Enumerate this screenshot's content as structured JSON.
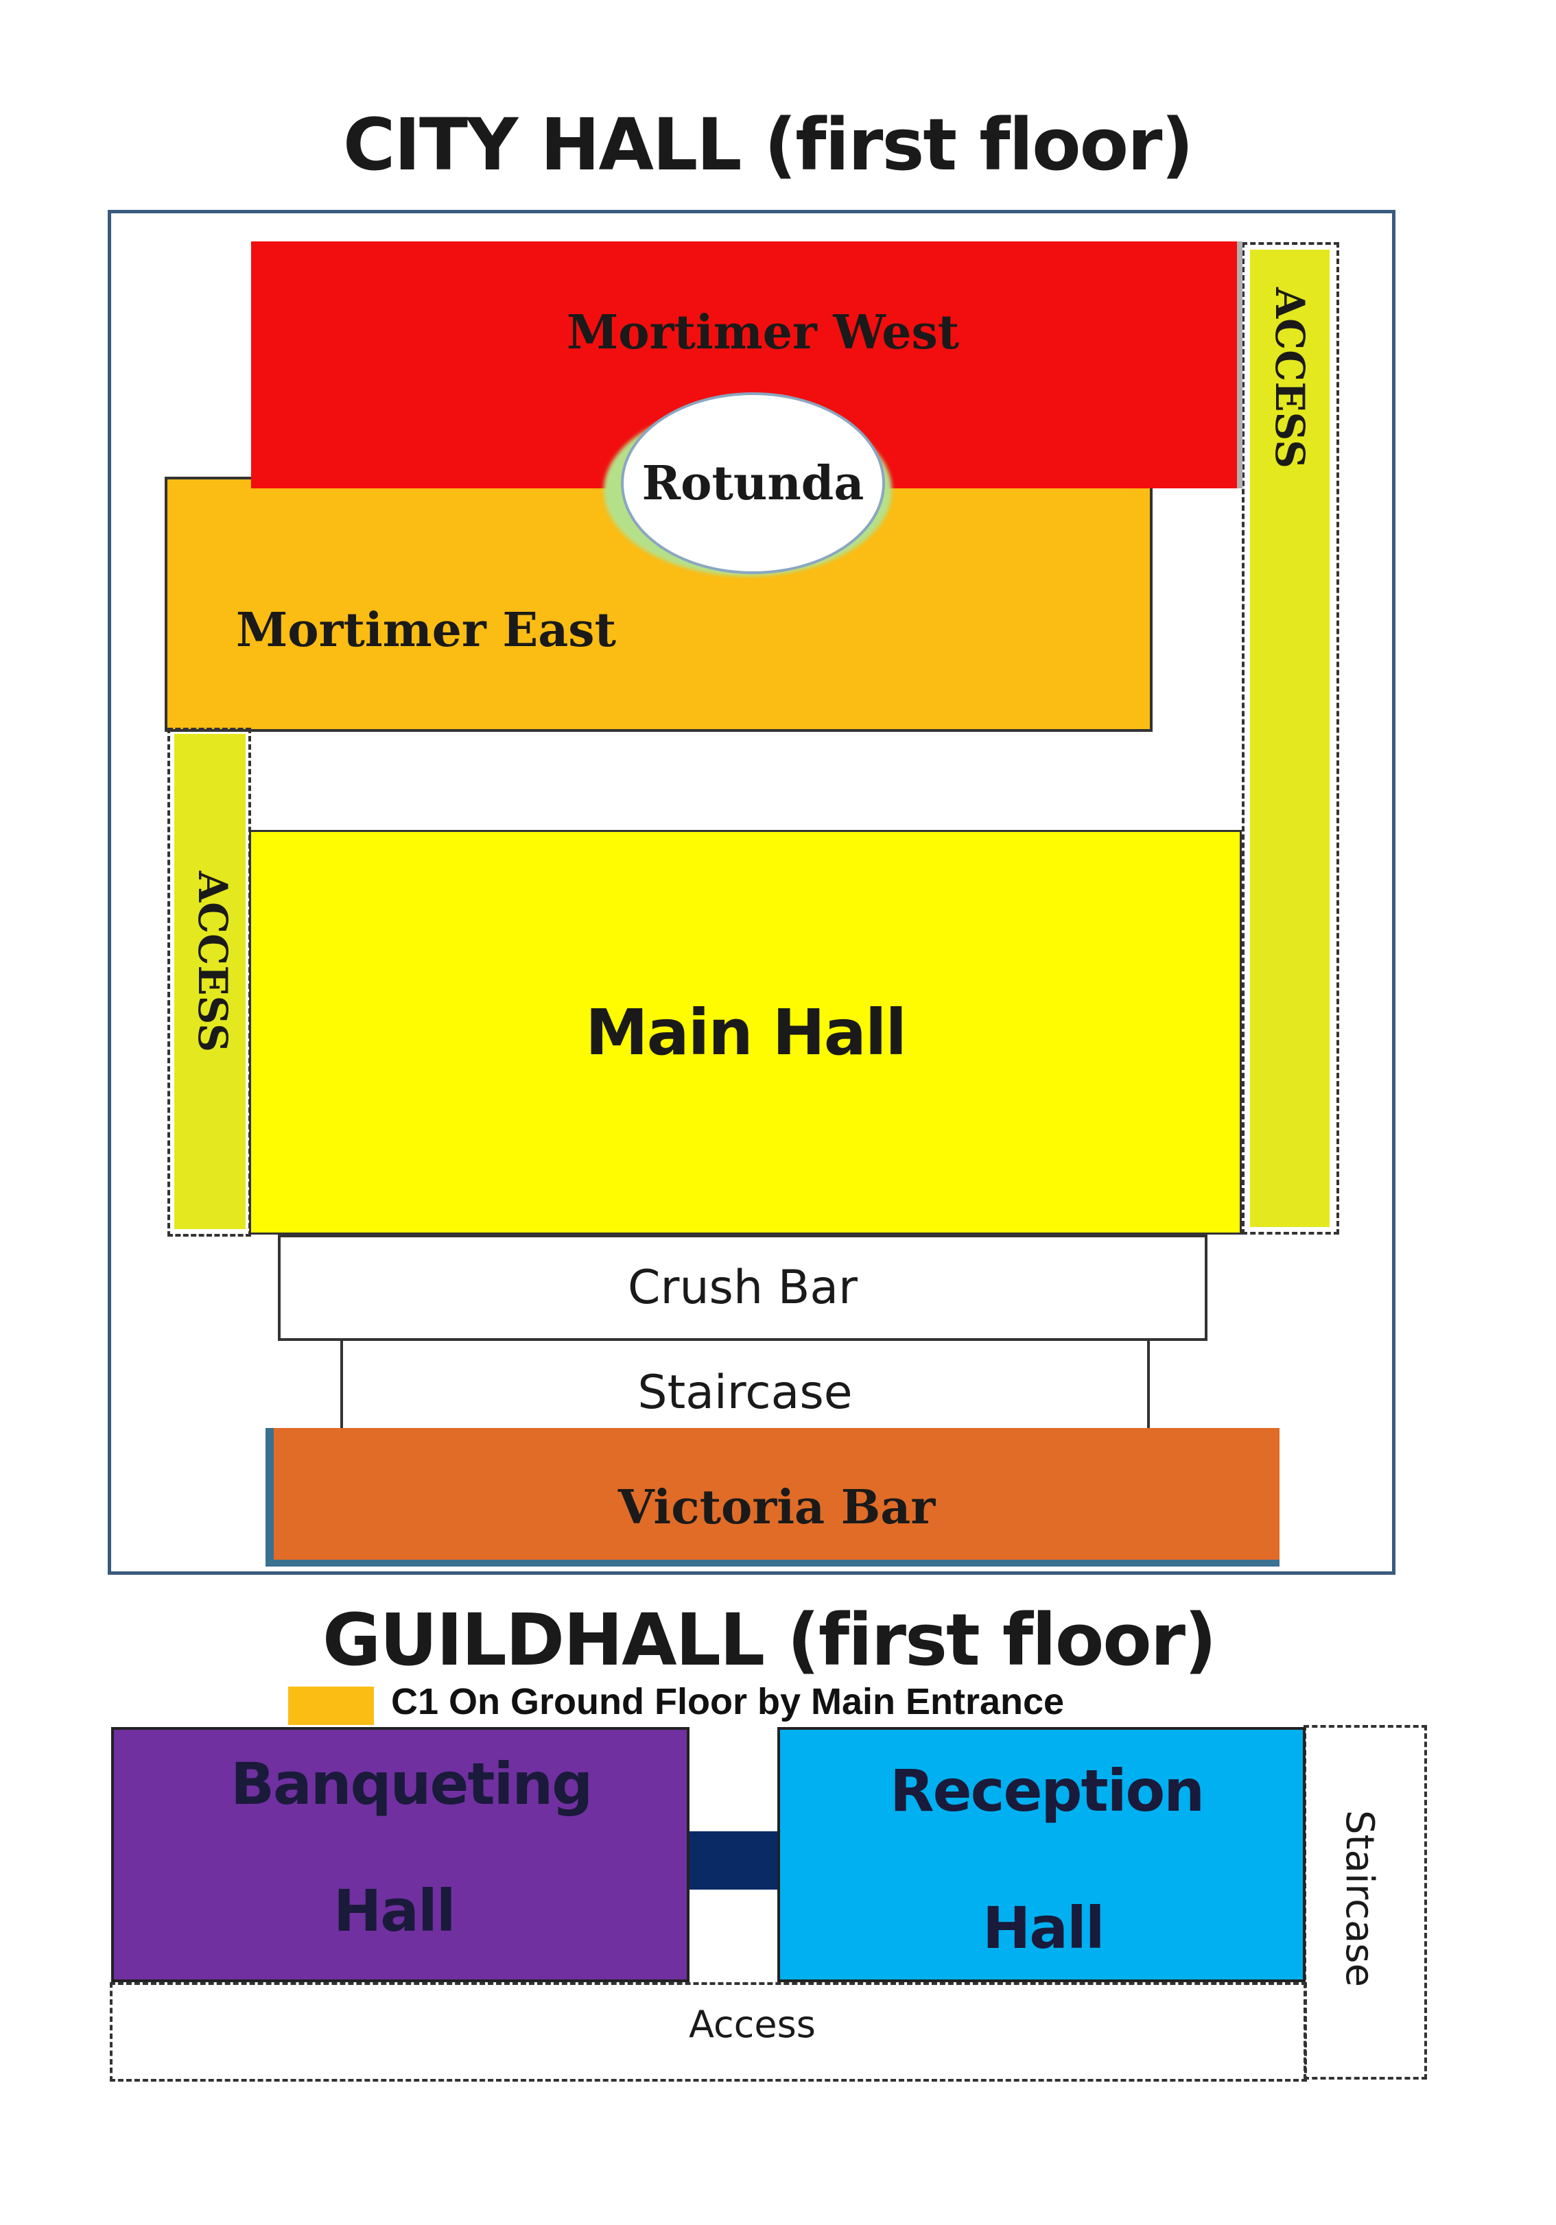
{
  "city_hall": {
    "title": "CITY HALL (first floor)",
    "rooms": {
      "mortimer_west": "Mortimer West",
      "rotunda": "Rotunda",
      "mortimer_east": "Mortimer East",
      "access_left": "ACCESS",
      "access_right": "ACCESS",
      "main_hall": "Main Hall",
      "crush_bar": "Crush Bar",
      "staircase": "Staircase",
      "victoria_bar": "Victoria Bar"
    }
  },
  "guildhall": {
    "title": "GUILDHALL (first floor)",
    "legend": {
      "label": "C1 On Ground Floor by Main Entrance",
      "color": "#FBBC14"
    },
    "rooms": {
      "banqueting_line1": "Banqueting",
      "banqueting_line2": "Hall",
      "reception_line1": "Reception",
      "reception_line2": "Hall",
      "staircase": "Staircase",
      "access": "Access"
    }
  },
  "colors": {
    "mortimer_west": "#F20E0E",
    "mortimer_east": "#FBBC14",
    "access": "#E4E81E",
    "main_hall": "#FFFB00",
    "victoria_bar": "#E06C28",
    "banqueting_hall": "#7030A0",
    "reception_hall": "#00B0F0",
    "connector": "#0A2A66",
    "outline": "#3A5A80"
  }
}
